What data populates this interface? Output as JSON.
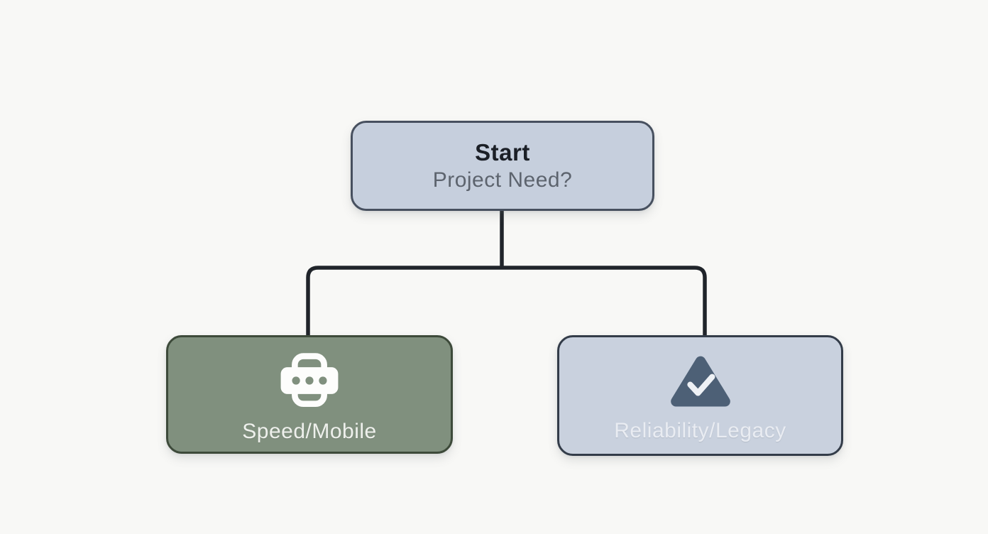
{
  "flowchart": {
    "background": "#f8f8f6",
    "connector_color": "#20242a",
    "root": {
      "title": "Start",
      "subtitle": "Project Need?",
      "fill": "#c6cfdd",
      "border_color": "#47505f",
      "title_color": "#1b1f26",
      "subtitle_color": "#5d646e"
    },
    "branches": [
      {
        "label": "Speed/Mobile",
        "icon": "mobile-device-dots-icon",
        "fill": "#80907e",
        "border_color": "#3d4a3a",
        "text_color": "#eef0ec",
        "icon_color": "#fdfdfc"
      },
      {
        "label": "Reliability/Legacy",
        "icon": "checkmark-triangle-icon",
        "fill": "#c9d1de",
        "border_color": "#333c49",
        "text_color": "#e9ecf2",
        "icon_color": "#4d6076",
        "checkmark_color": "#eef1f5"
      }
    ]
  }
}
